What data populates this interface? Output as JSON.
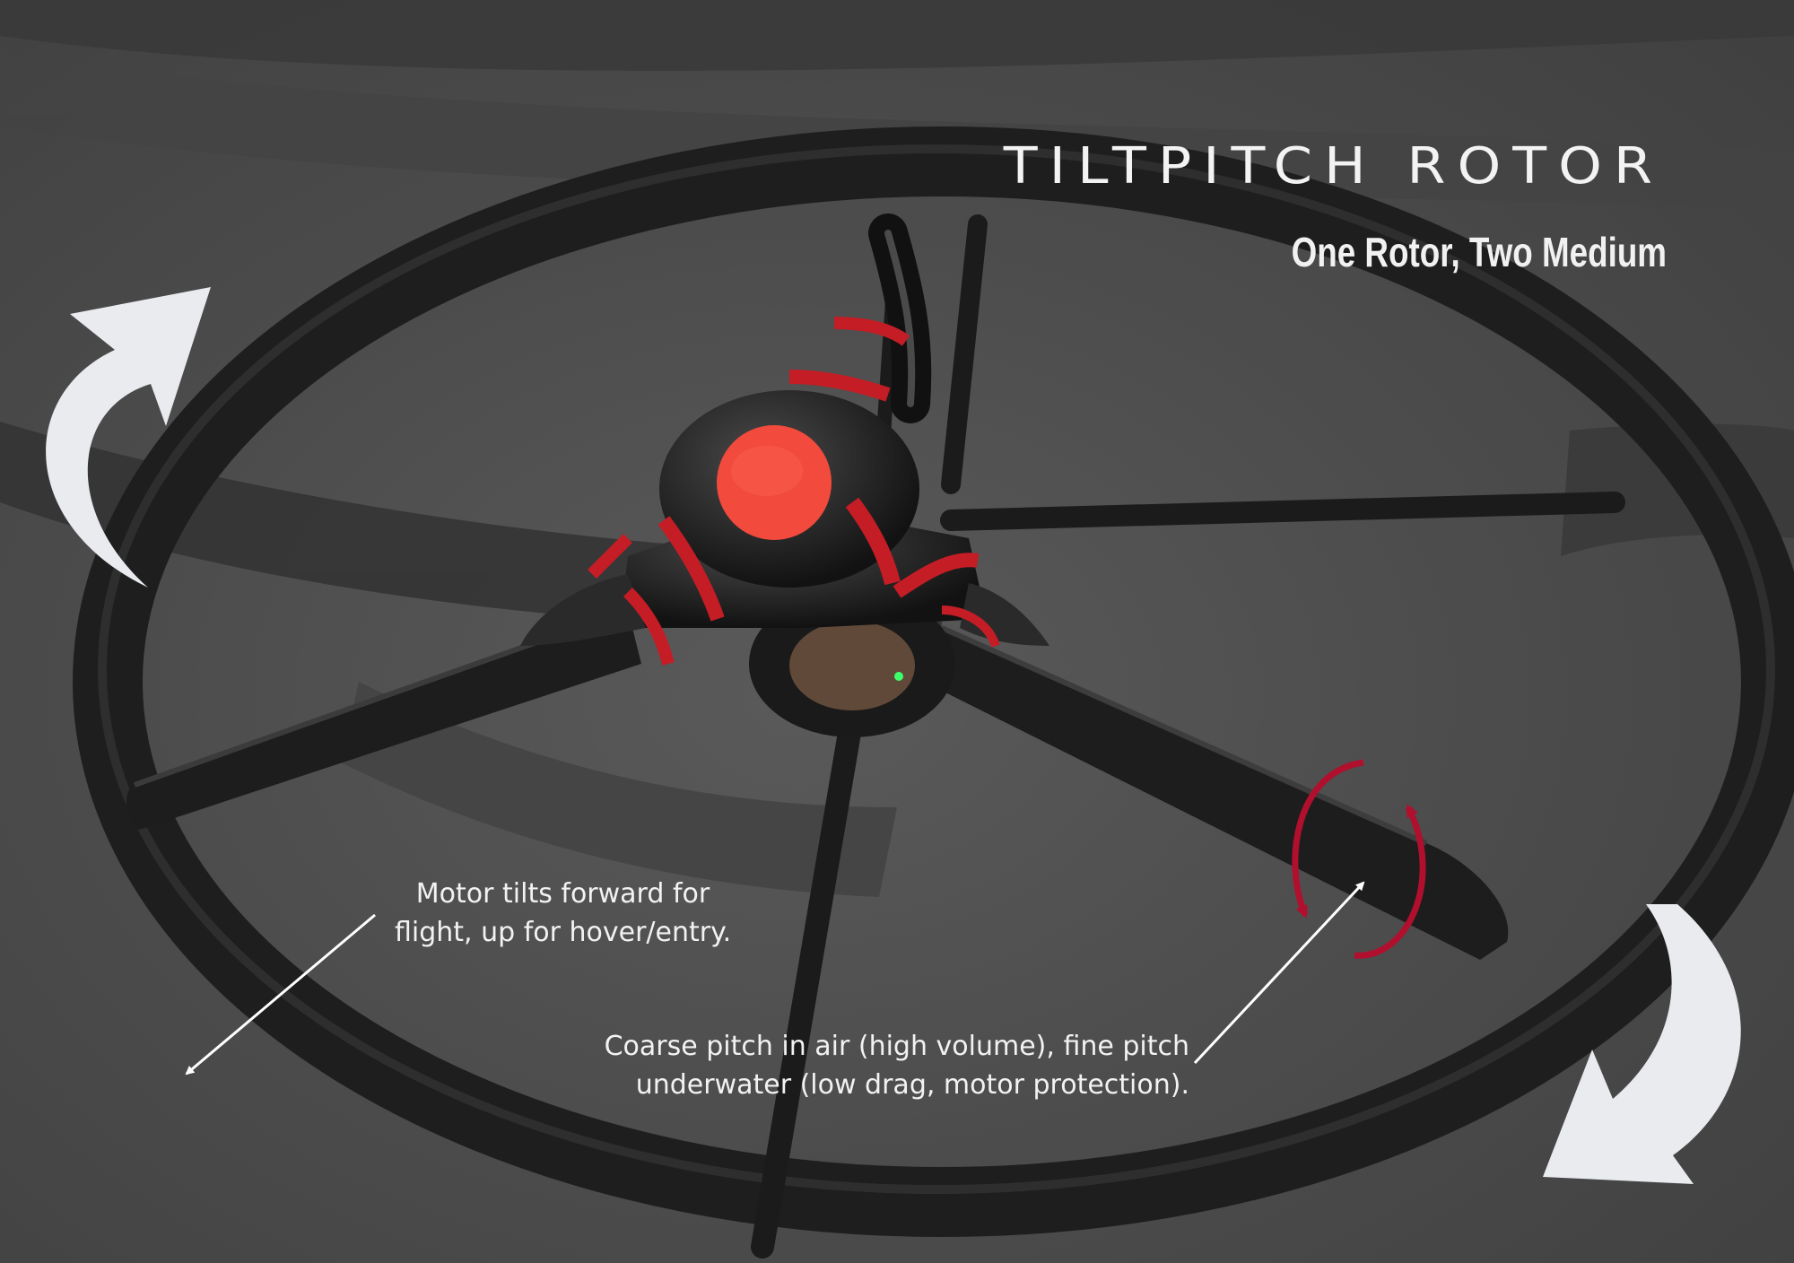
{
  "header": {
    "title": "TILTPITCH ROTOR",
    "subtitle": "One Rotor, Two Medium"
  },
  "annotations": {
    "tilt": {
      "line1": "Motor tilts forward for",
      "line2": "flight, up for hover/entry."
    },
    "pitch": {
      "line1": "Coarse pitch in air (high volume), fine pitch",
      "line2": "underwater (low drag, motor protection)."
    }
  },
  "colors": {
    "background": "#4e4e4e",
    "frame": "#232323",
    "hub_accent": "#f24a3c",
    "hub_band": "#c41d25",
    "pitch_arrow": "#b0102e",
    "motion_arrow": "#e9ebef",
    "text": "#f2f2f2"
  },
  "icons": {
    "tilt_up": "curved-arrow-up-icon",
    "tilt_down": "curved-arrow-down-icon",
    "pitch_rotation": "rotate-arrows-icon"
  }
}
